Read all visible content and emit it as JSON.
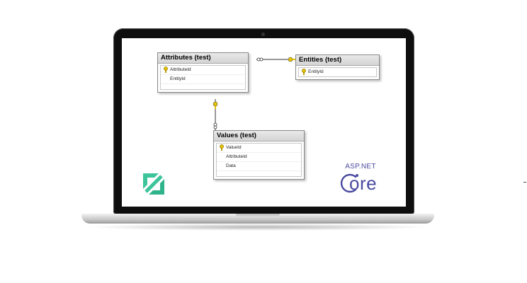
{
  "diagram": {
    "tables": [
      {
        "name": "Attributes (test)",
        "columns": [
          {
            "name": "AttributeId",
            "primary_key": true
          },
          {
            "name": "EntityId",
            "primary_key": false
          }
        ]
      },
      {
        "name": "Entities (test)",
        "columns": [
          {
            "name": "EntityId",
            "primary_key": true
          }
        ]
      },
      {
        "name": "Values (test)",
        "columns": [
          {
            "name": "ValueId",
            "primary_key": true
          },
          {
            "name": "AttributeId",
            "primary_key": false
          },
          {
            "name": "Data",
            "primary_key": false
          }
        ]
      }
    ],
    "relationships": [
      {
        "from": "Attributes (test)",
        "to": "Entities (test)",
        "many_end": "Attributes (test)",
        "one_end": "Entities (test)"
      },
      {
        "from": "Values (test)",
        "to": "Attributes (test)",
        "many_end": "Values (test)",
        "one_end": "Attributes (test)"
      }
    ]
  },
  "logos": {
    "left_logo": {
      "icon": "green-slash-square-logo",
      "color": "#3cc49a"
    },
    "aspnet": {
      "line1": "ASP.NET",
      "line2": "ore",
      "icon": "aspnet-core-logo",
      "color": "#4a4aa0"
    }
  },
  "colors": {
    "key_icon": "#e8c400",
    "connector": "#333333",
    "laptop_frame": "#0e0e0e"
  }
}
